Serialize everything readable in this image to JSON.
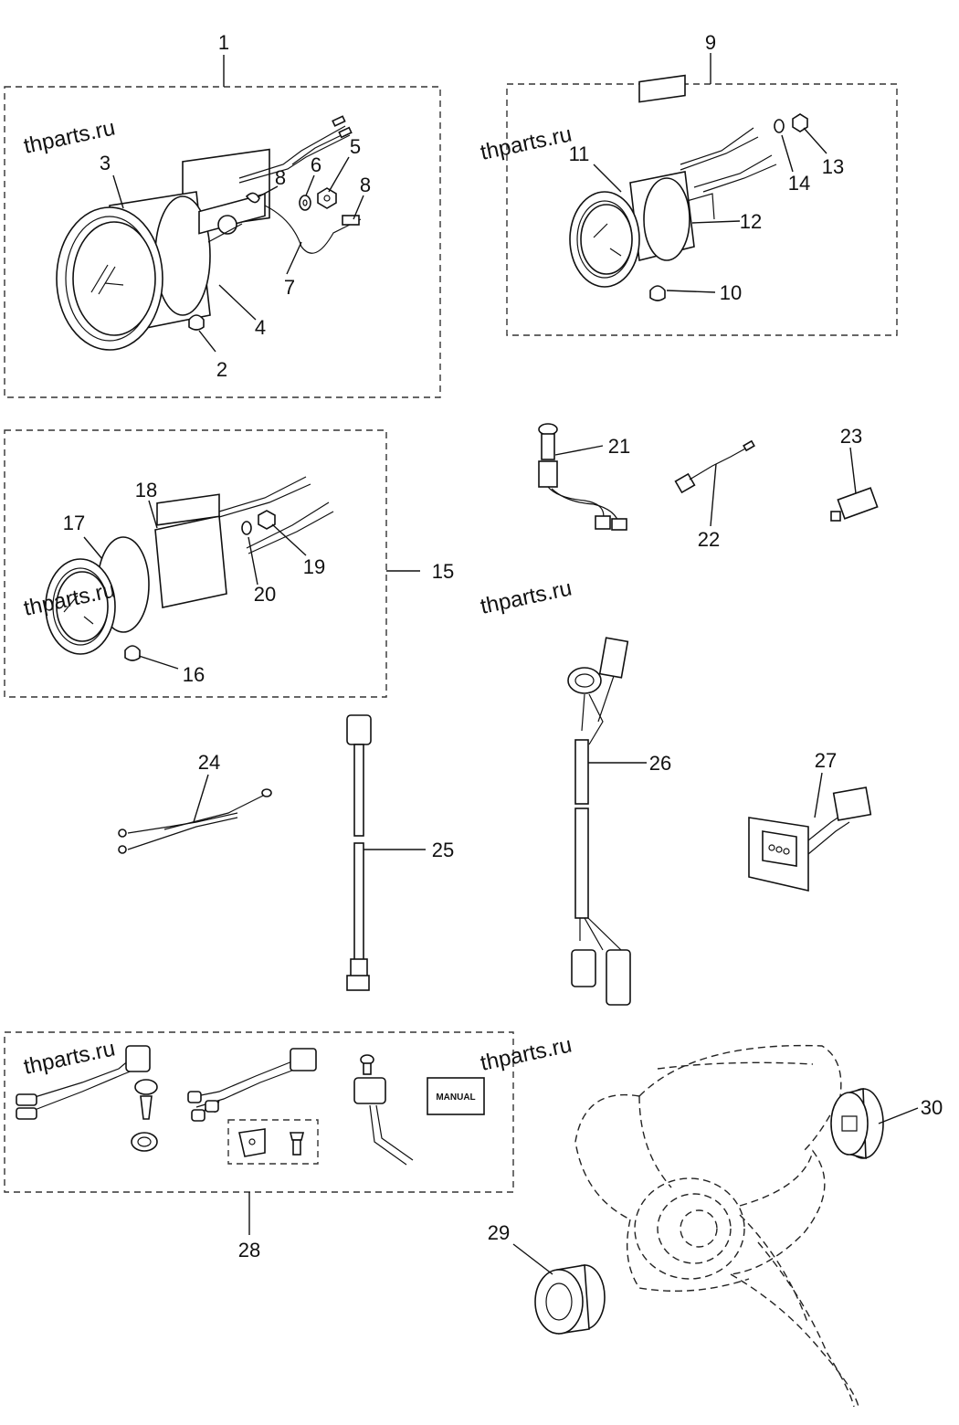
{
  "watermark": "thparts.ru",
  "manual_text": "MANUAL",
  "labels": {
    "n1": "1",
    "n2": "2",
    "n3": "3",
    "n4": "4",
    "n5": "5",
    "n6": "6",
    "n7": "7",
    "n8a": "8",
    "n8b": "8",
    "n9": "9",
    "n10": "10",
    "n11": "11",
    "n12": "12",
    "n13": "13",
    "n14": "14",
    "n15": "15",
    "n16": "16",
    "n17": "17",
    "n18": "18",
    "n19": "19",
    "n20": "20",
    "n21": "21",
    "n22": "22",
    "n23": "23",
    "n24": "24",
    "n25": "25",
    "n26": "26",
    "n27": "27",
    "n28": "28",
    "n29": "29",
    "n30": "30"
  }
}
